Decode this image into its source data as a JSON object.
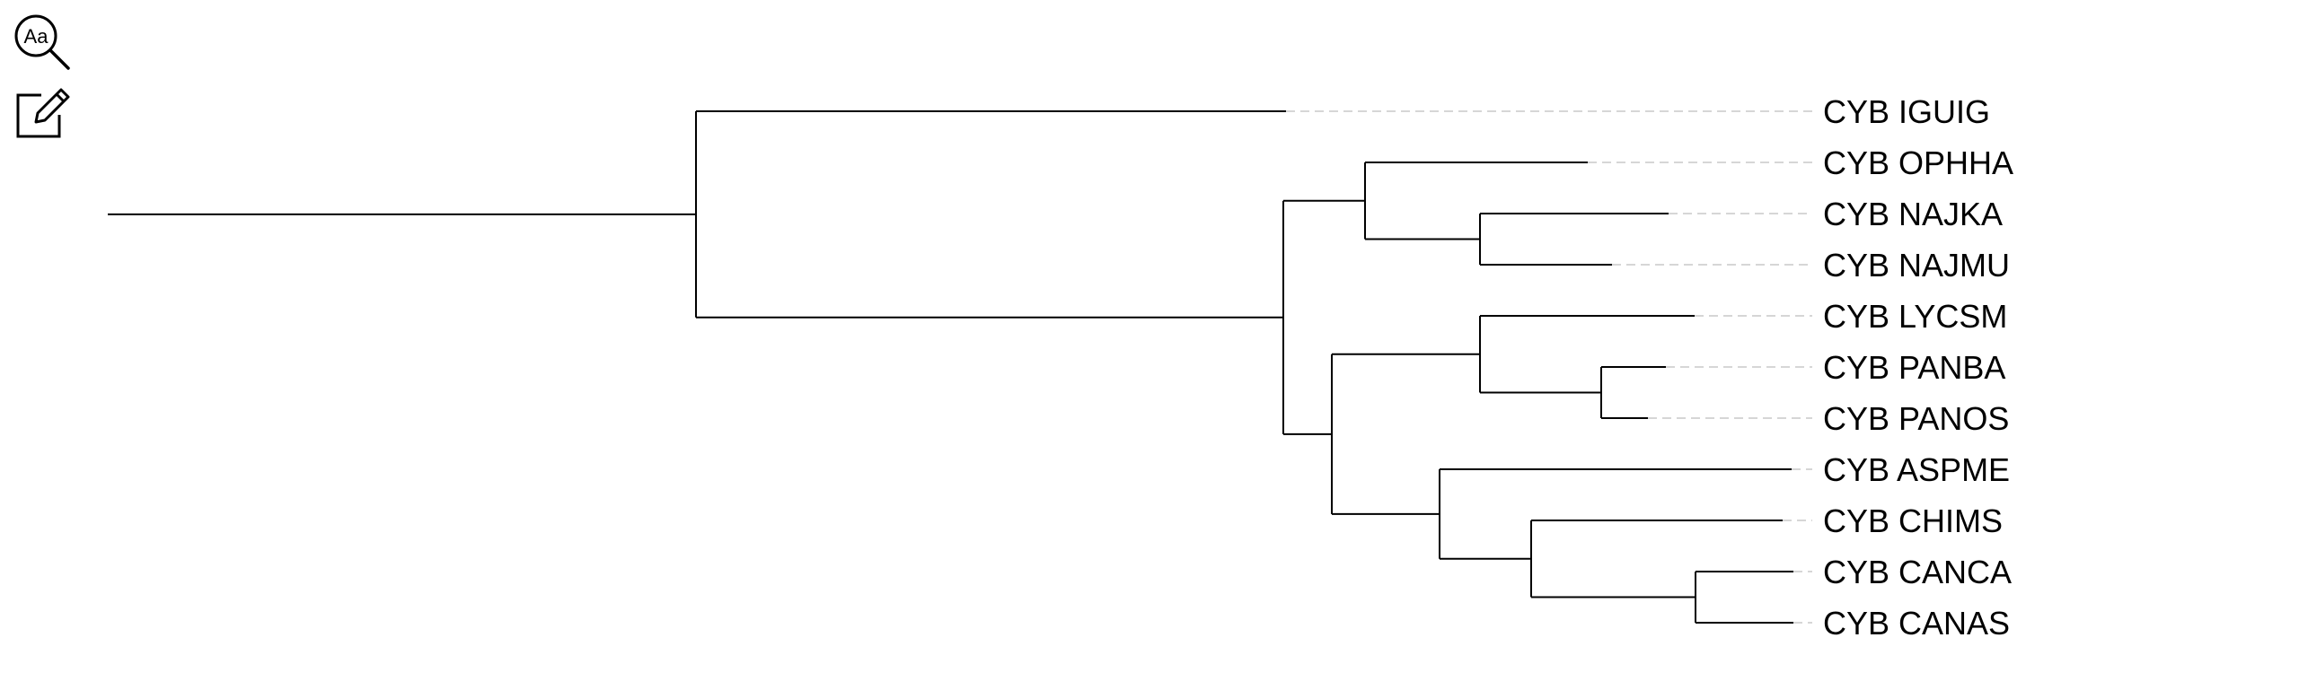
{
  "toolbar": {
    "items": [
      {
        "icon": "text-search-icon",
        "glyph_text": "Aa"
      },
      {
        "icon": "edit-icon"
      }
    ]
  },
  "tree": {
    "leaves": [
      "CYB IGUIG",
      "CYB OPHHA",
      "CYB NAJKA",
      "CYB NAJMU",
      "CYB LYCSM",
      "CYB PANBA",
      "CYB PANOS",
      "CYB ASPME",
      "CYB CHIMS",
      "CYB CANCA",
      "CYB CANAS"
    ]
  },
  "colors": {
    "branch": "#000000",
    "guide": "#c8c8c8",
    "label": "#000000"
  }
}
